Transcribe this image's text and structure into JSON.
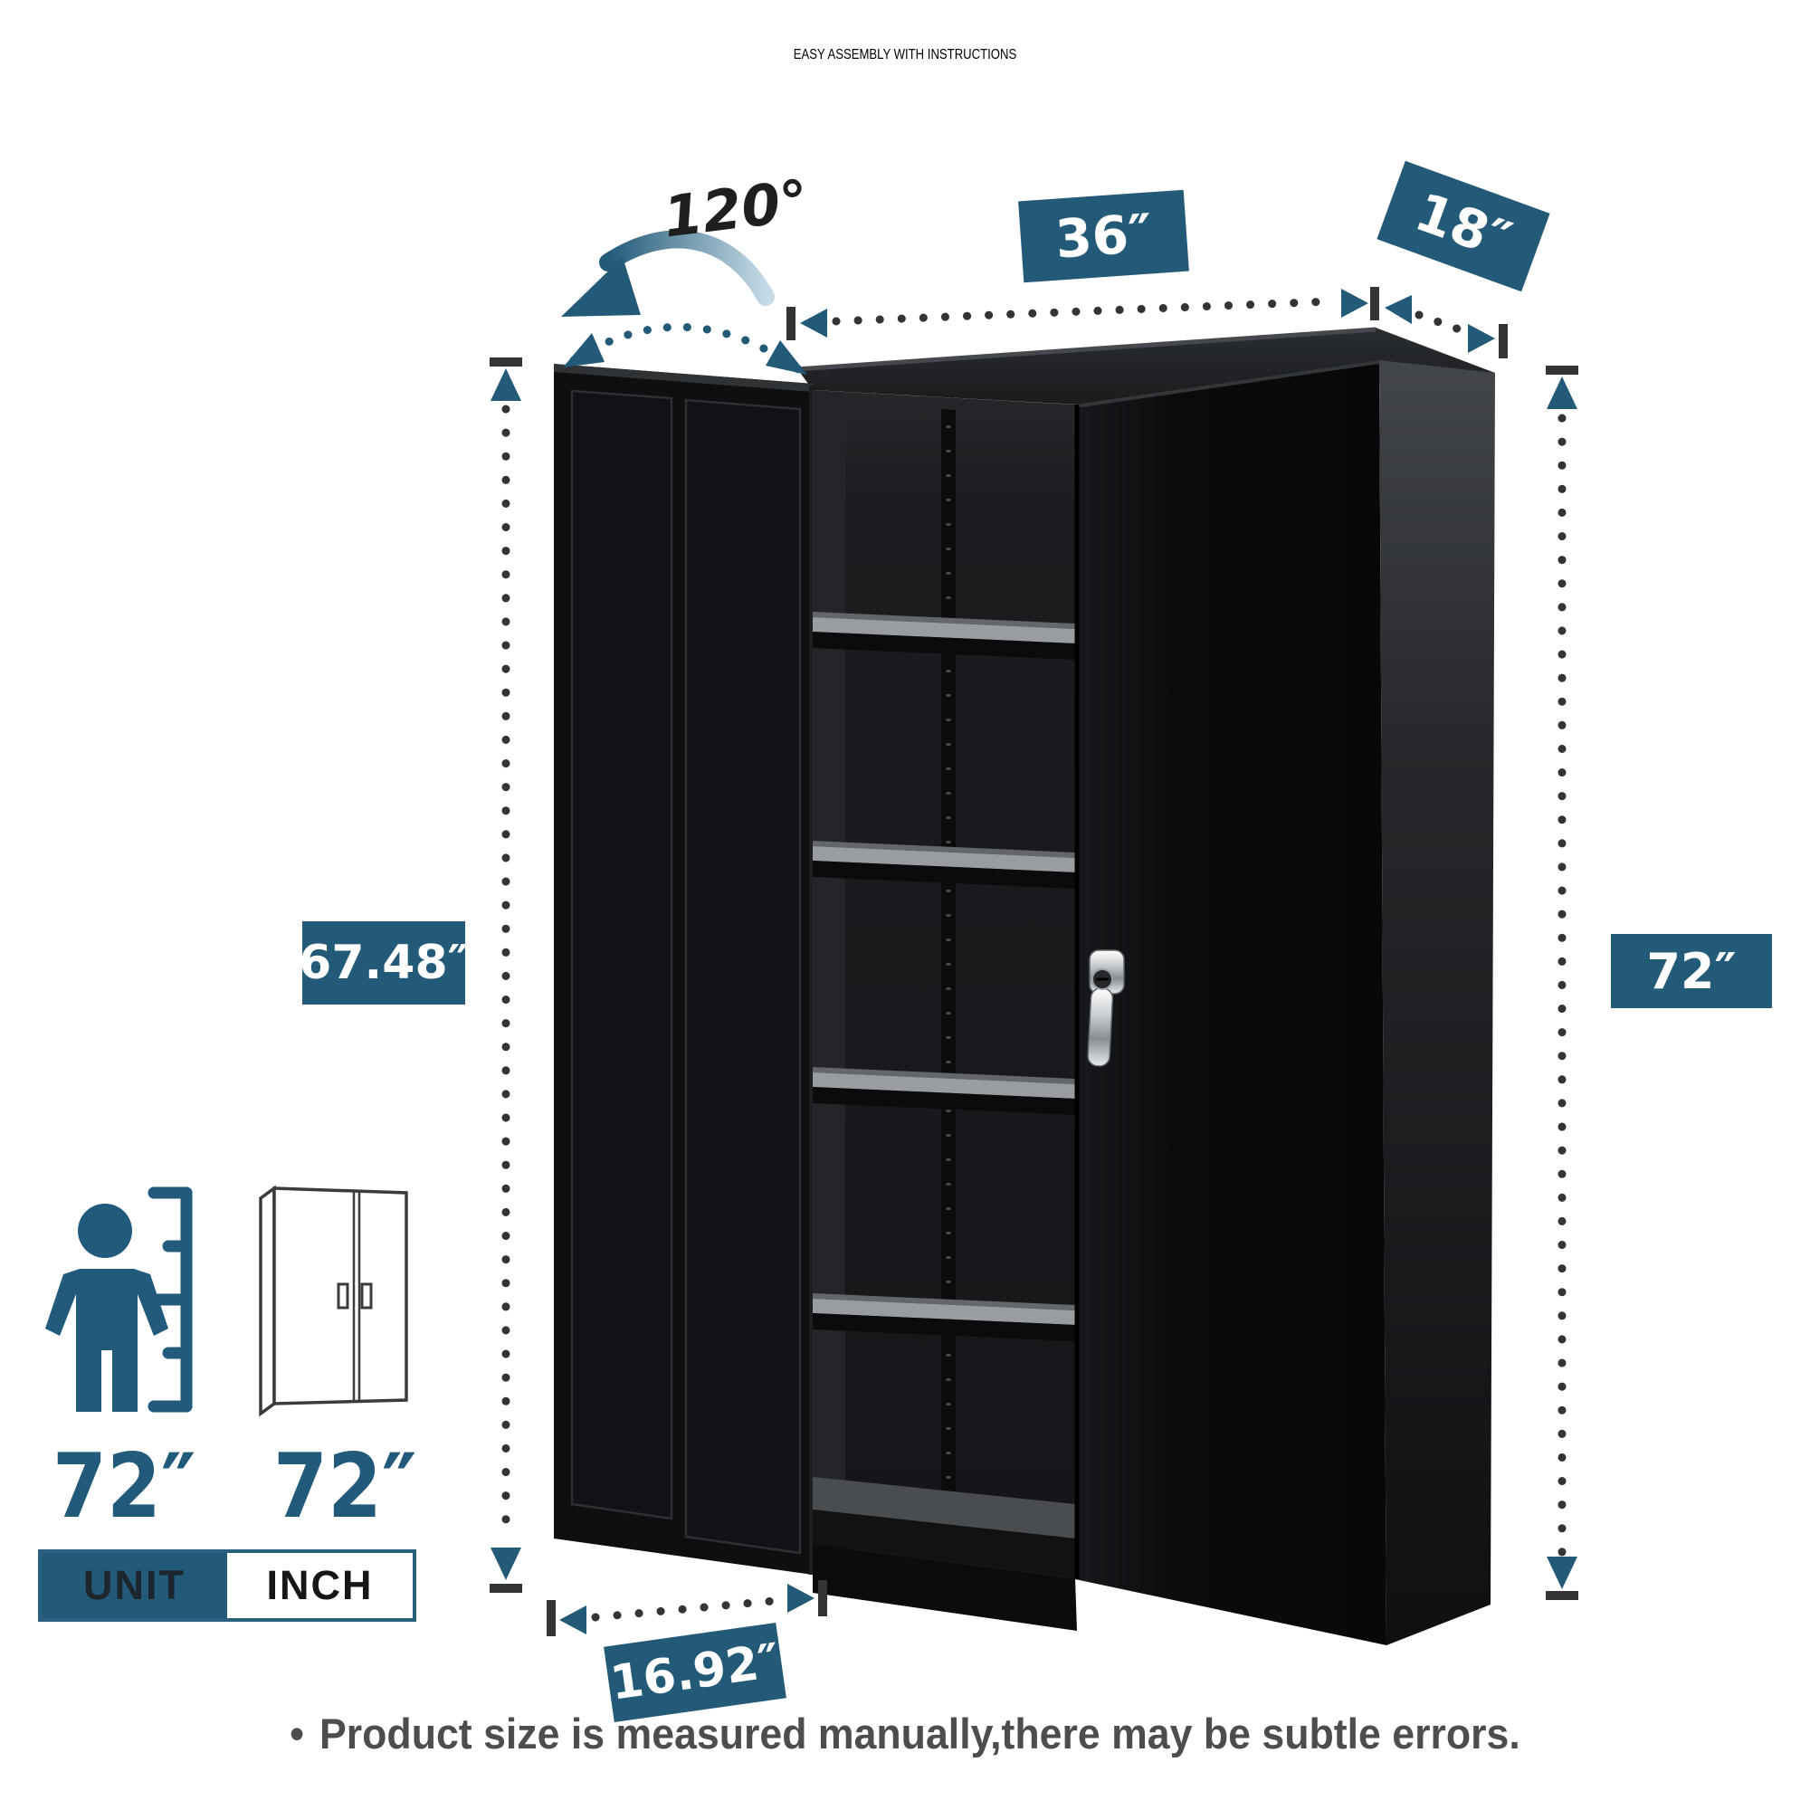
{
  "title": "EASY ASSEMBLY WITH INSTRUCTIONS",
  "palette": {
    "accent_teal": "#235a78",
    "title_color": "#2a5a74",
    "dimension_line_color": "#343434",
    "footnote_color": "#4d4d4d",
    "cabinet_black": "#0d0e10",
    "shelf_gray": "#999da1",
    "badge_text_color": "#ffffff"
  },
  "annotations": {
    "door_open_angle": "120°",
    "width_label": "36″",
    "depth_label": "18″",
    "door_height_label": "67.48″",
    "overall_height_label": "72″",
    "interior_depth_label": "16.92″"
  },
  "size_reference": {
    "person_height_label": "72″",
    "cabinet_height_label": "72″",
    "unit_key": "UNIT",
    "unit_value": "INCH"
  },
  "footnote": {
    "bullet": "•",
    "text": "Product size is measured manually,there may be subtle errors."
  },
  "icons": {
    "person": "person-silhouette-icon",
    "ruler": "height-ruler-icon",
    "cabinet_outline": "cabinet-outline-icon",
    "rotation_arrow": "door-swing-arrow-icon",
    "swing_arc": "door-swing-arc-icon"
  }
}
